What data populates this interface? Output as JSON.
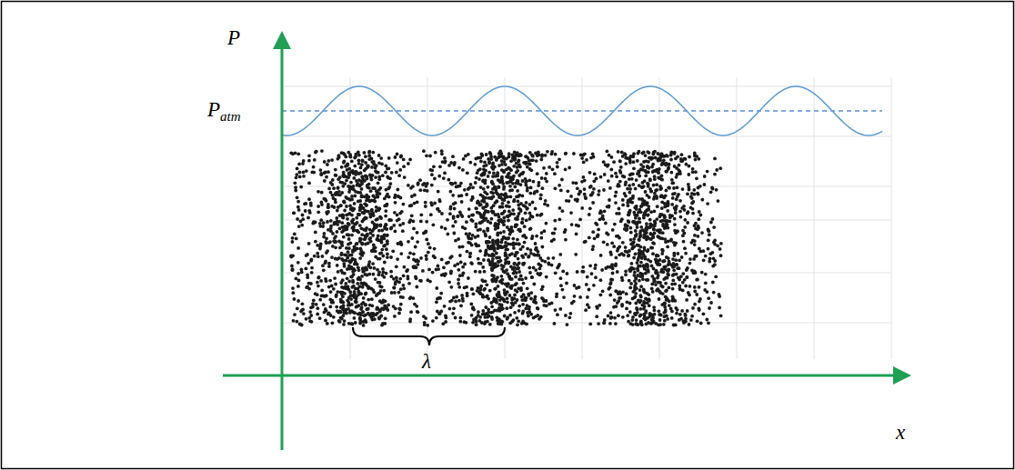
{
  "diagram": {
    "labels": [
      "P",
      "P",
      "atm",
      "λ",
      "x"
    ]
  }
}
